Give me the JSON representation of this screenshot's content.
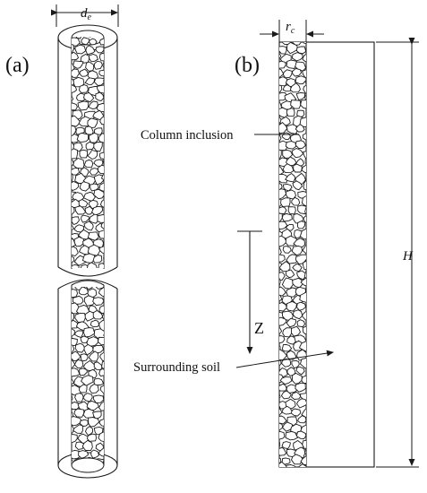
{
  "panels": {
    "a": {
      "label": "(a)",
      "dimension": "d",
      "dimension_sub": "e"
    },
    "b": {
      "label": "(b)",
      "radius_label": "r",
      "radius_sub": "c",
      "height_label": "H",
      "depth_label": "Z",
      "column_callout": "Column inclusion",
      "soil_callout": "Surrounding soil"
    }
  },
  "colors": {
    "ink": "#1a1a1a",
    "background": "#ffffff"
  }
}
